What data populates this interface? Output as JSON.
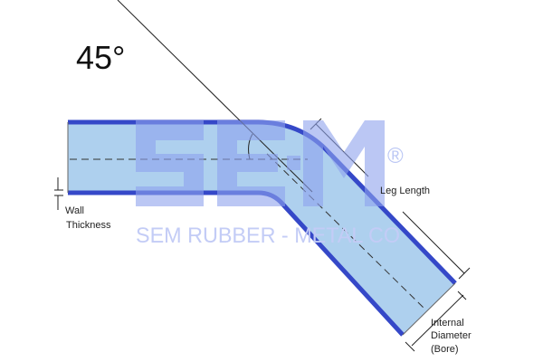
{
  "angle_label": "45°",
  "labels": {
    "leg_length": "Leg Length",
    "wall": "Wall",
    "thickness": "Thickness",
    "internal": "Internal",
    "diameter": "Diameter",
    "bore": "(Bore)"
  },
  "watermark": {
    "logo": "SEM",
    "registered": "®",
    "company": "SEM RUBBER - METAL CO"
  },
  "colors": {
    "pipe_fill": "#aed0ee",
    "pipe_wall": "#3548c8",
    "watermark": "#8ea2ee"
  }
}
